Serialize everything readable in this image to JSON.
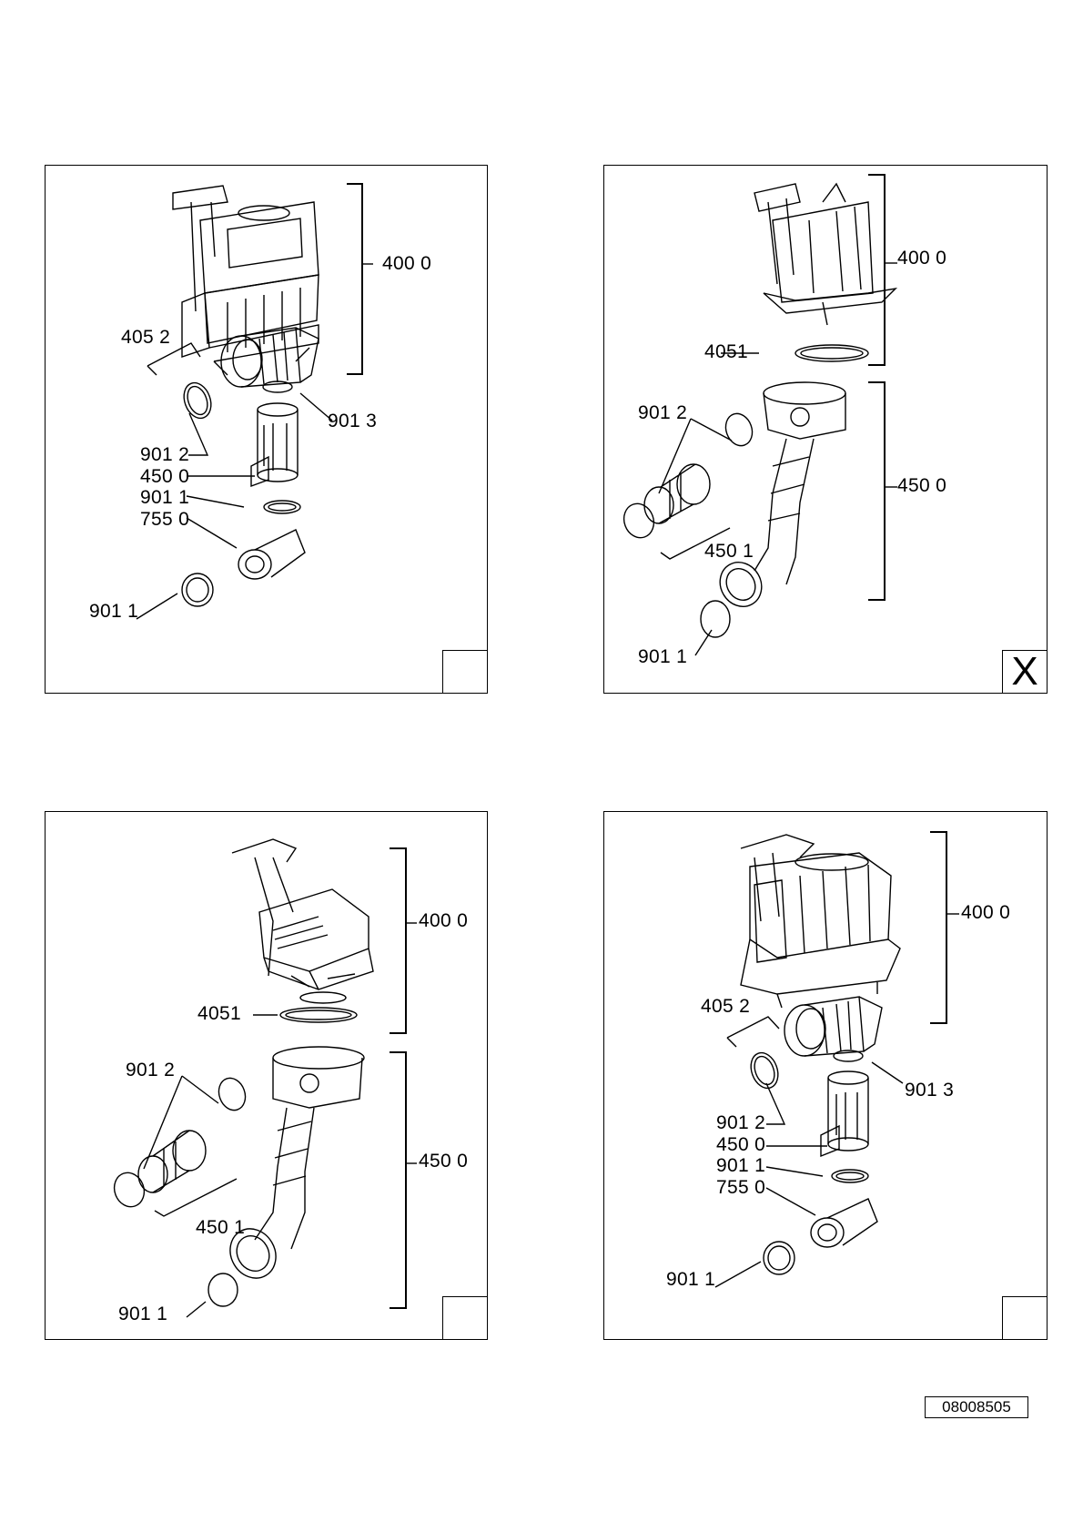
{
  "panels": [
    {
      "corner_mark": "",
      "labels": {
        "motor": "400 0",
        "seal": "405 2",
        "clamp_top": "901 3",
        "clamp_pair": "901 2",
        "hose": "450 0",
        "clamp_mid": "901 1",
        "cover": "755 0",
        "clamp_bottom": "901 1"
      }
    },
    {
      "corner_mark": "X",
      "labels": {
        "motor": "400 0",
        "seal": "4051",
        "clamp_pair": "901 2",
        "sleeve": "450 1",
        "hose": "450 0",
        "clamp_bottom": "901 1"
      }
    },
    {
      "corner_mark": "",
      "labels": {
        "motor": "400 0",
        "seal": "4051",
        "clamp_pair": "901 2",
        "sleeve": "450 1",
        "hose": "450 0",
        "clamp_bottom": "901 1"
      }
    },
    {
      "corner_mark": "",
      "labels": {
        "motor": "400 0",
        "seal": "405 2",
        "clamp_top": "901 3",
        "clamp_pair": "901 2",
        "hose": "450 0",
        "clamp_mid": "901 1",
        "cover": "755 0",
        "clamp_bottom": "901 1"
      }
    }
  ],
  "document_code": "08008505"
}
